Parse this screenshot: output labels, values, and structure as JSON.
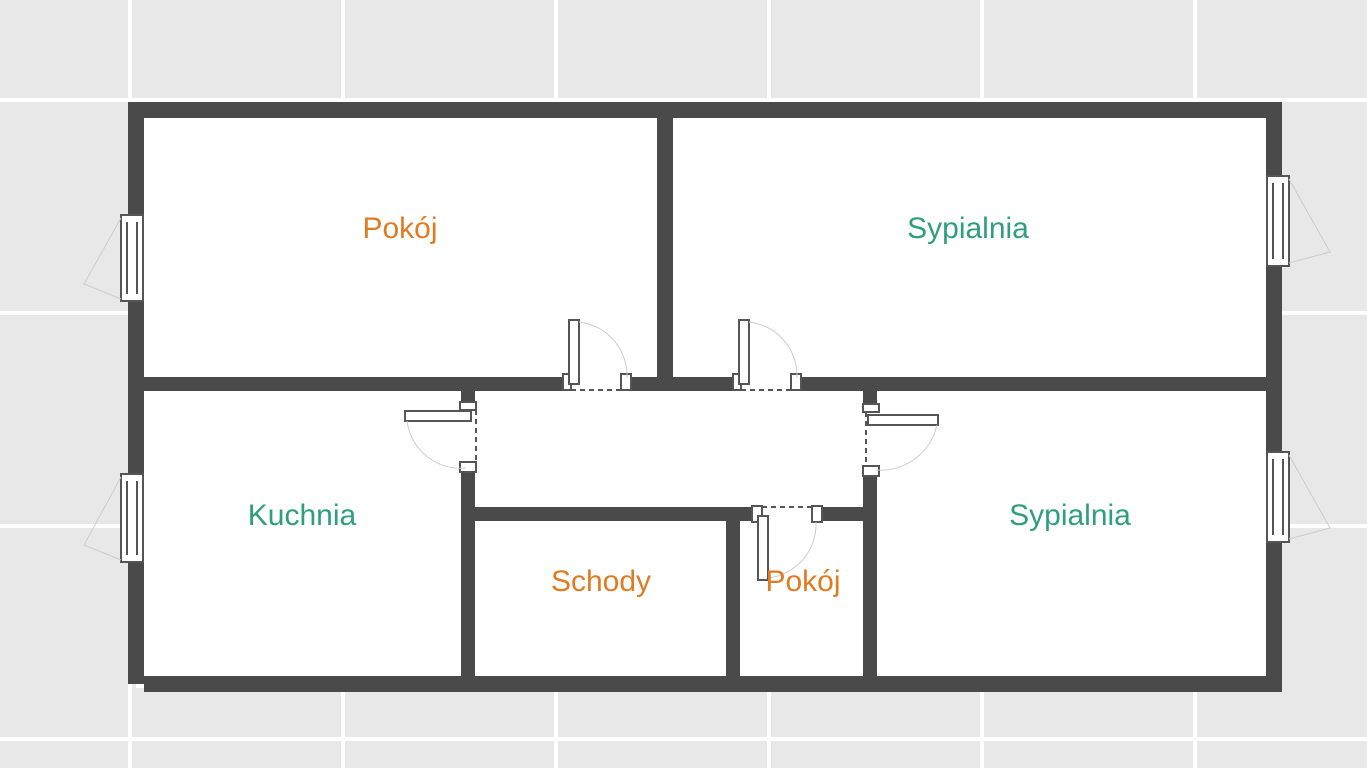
{
  "colors": {
    "background": "#e8e8e8",
    "grid": "#ffffff",
    "floor": "#ffffff",
    "wall": "#4a4a4a",
    "living_label": "#e07b22",
    "private_label": "#2e9e7f"
  },
  "rooms": [
    {
      "id": "pokoj-top",
      "label": "Pokój",
      "color_key": "living_label"
    },
    {
      "id": "sypialnia-top",
      "label": "Sypialnia",
      "color_key": "private_label"
    },
    {
      "id": "kuchnia",
      "label": "Kuchnia",
      "color_key": "private_label"
    },
    {
      "id": "schody",
      "label": "Schody",
      "color_key": "living_label"
    },
    {
      "id": "pokoj-small",
      "label": "Pokój",
      "color_key": "living_label"
    },
    {
      "id": "sypialnia-right",
      "label": "Sypialnia",
      "color_key": "private_label"
    }
  ]
}
